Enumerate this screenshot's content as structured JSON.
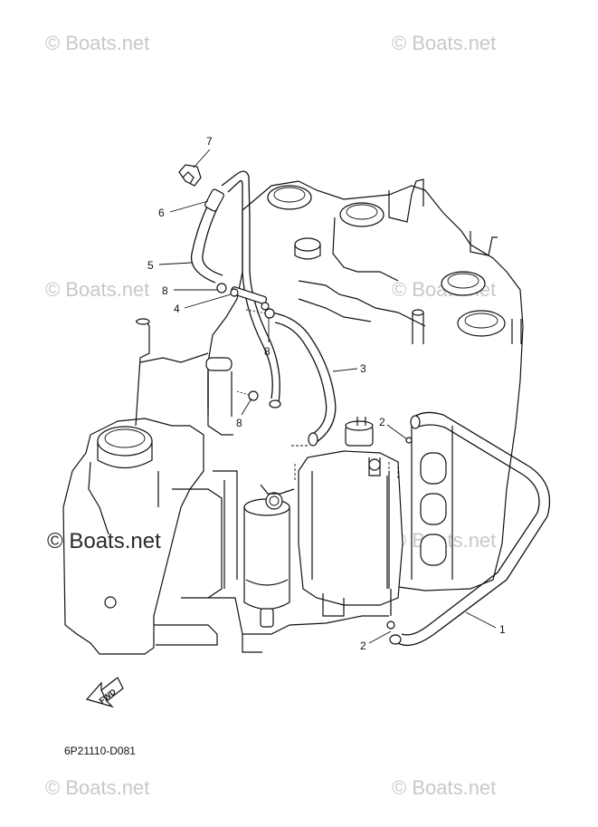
{
  "watermarks": {
    "top_left": "© Boats.net",
    "top_right": "© Boats.net",
    "mid_right": "© Boats.net",
    "left": "© Boats.net",
    "lower_right": "© Boats.net",
    "bottom_left": "© Boats.net",
    "bottom_right": "© Boats.net"
  },
  "fwd_label": "FWD",
  "drawing_code": "6P21110-D081",
  "callouts": {
    "c7": "7",
    "c6": "6",
    "c5": "5",
    "c8a": "8",
    "c4": "4",
    "c8b": "8",
    "c3": "3",
    "c8c": "8",
    "c2a": "2",
    "c1": "1",
    "c2b": "2"
  }
}
